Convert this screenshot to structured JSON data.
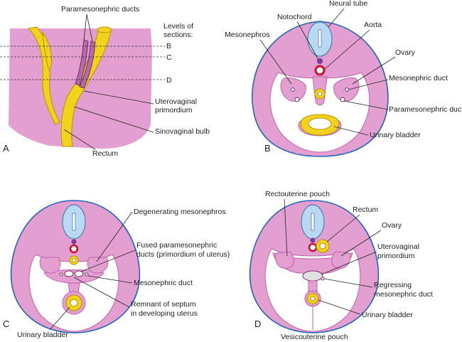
{
  "panels": {
    "a": {
      "letter": "A",
      "paramesonephric_ducts": "Paramesonephric ducts",
      "levels_line1": "Levels of",
      "levels_line2": "sections:",
      "level_b": "B",
      "level_c": "C",
      "level_d": "D",
      "uterovaginal_line1": "Uterovaginal",
      "uterovaginal_line2": "primordium",
      "sinovaginal_bulb": "Sinovaginal bulb",
      "rectum": "Rectum"
    },
    "b": {
      "letter": "B",
      "notochord": "Notochord",
      "neural_tube": "Neural tube",
      "aorta": "Aorta",
      "mesonephros": "Mesonephros",
      "ovary": "Ovary",
      "mesonephric_duct": "Mesonephric duct",
      "paramesonephric_duct": "Paramesonephric duct",
      "urinary_bladder": "Urinary bladder"
    },
    "c": {
      "letter": "C",
      "degenerating_mesonephros": "Degenerating mesonephros",
      "fused_line1": "Fused paramesonephric",
      "fused_line2": "ducts (primordium of uterus)",
      "mesonephric_duct": "Mesonephric duct",
      "remnant_line1": "Remnant of septum",
      "remnant_line2": "in developing uterus",
      "urinary_bladder": "Urinary bladder"
    },
    "d": {
      "letter": "D",
      "rectouterine_pouch": "Rectouterine pouch",
      "rectum": "Rectum",
      "ovary": "Ovary",
      "uterovaginal_line1": "Uterovaginal",
      "uterovaginal_line2": "primordium",
      "regressing_line1": "Regressing",
      "regressing_line2": "mesonephric duct",
      "urinary_bladder": "Urinary bladder",
      "vesicouterine_pouch": "Vesicouterine pouch"
    }
  },
  "colors": {
    "tissue": "#e49fd1",
    "outline": "#2166b6",
    "duct": "#f3d21b",
    "neural_tube": "#b9d8f2",
    "paramesonephric": "#b66aa8",
    "aorta": "#c8102e",
    "notochord": "#7a3c9a"
  }
}
